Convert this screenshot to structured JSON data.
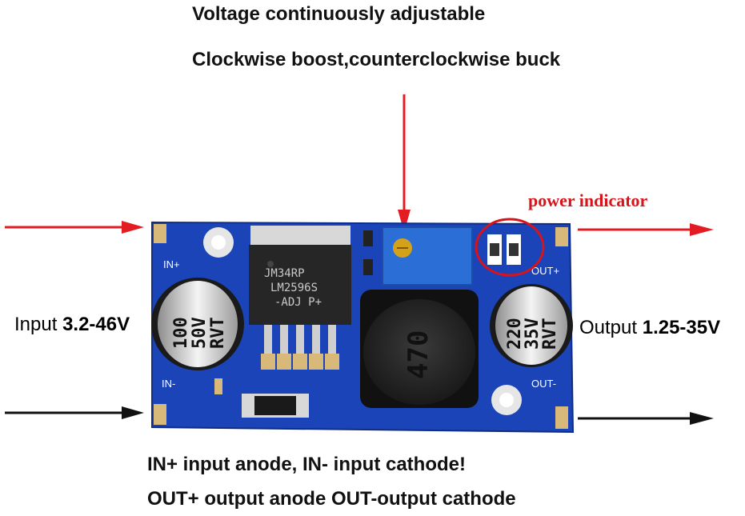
{
  "title_line1": "Voltage continuously adjustable",
  "title_line2": "Clockwise boost,counterclockwise buck",
  "power_indicator": "power indicator",
  "input_label": "Input",
  "input_range": "3.2-46V",
  "output_label": "Output",
  "output_range": "1.25-35V",
  "note_line1": "IN+ input anode, IN- input cathode!",
  "note_line2": "OUT+ output anode OUT-output cathode",
  "board": {
    "in_plus": "IN+",
    "in_minus": "IN-",
    "out_plus": "OUT+",
    "out_minus": "OUT-",
    "chip_line1": "JM34RP",
    "chip_line2": "LM2596S",
    "chip_line3": "-ADJ P+",
    "input_cap_line1": "100",
    "input_cap_line2": "50V",
    "input_cap_line3": "RVT",
    "output_cap_line1": "220",
    "output_cap_line2": "35V",
    "output_cap_line3": "RVT",
    "inductor_value": "470"
  },
  "colors": {
    "arrow_red": "#e31b23",
    "arrow_black": "#111111",
    "pcb_blue": "#1a44b8",
    "accent_red_text": "#d8141a"
  }
}
